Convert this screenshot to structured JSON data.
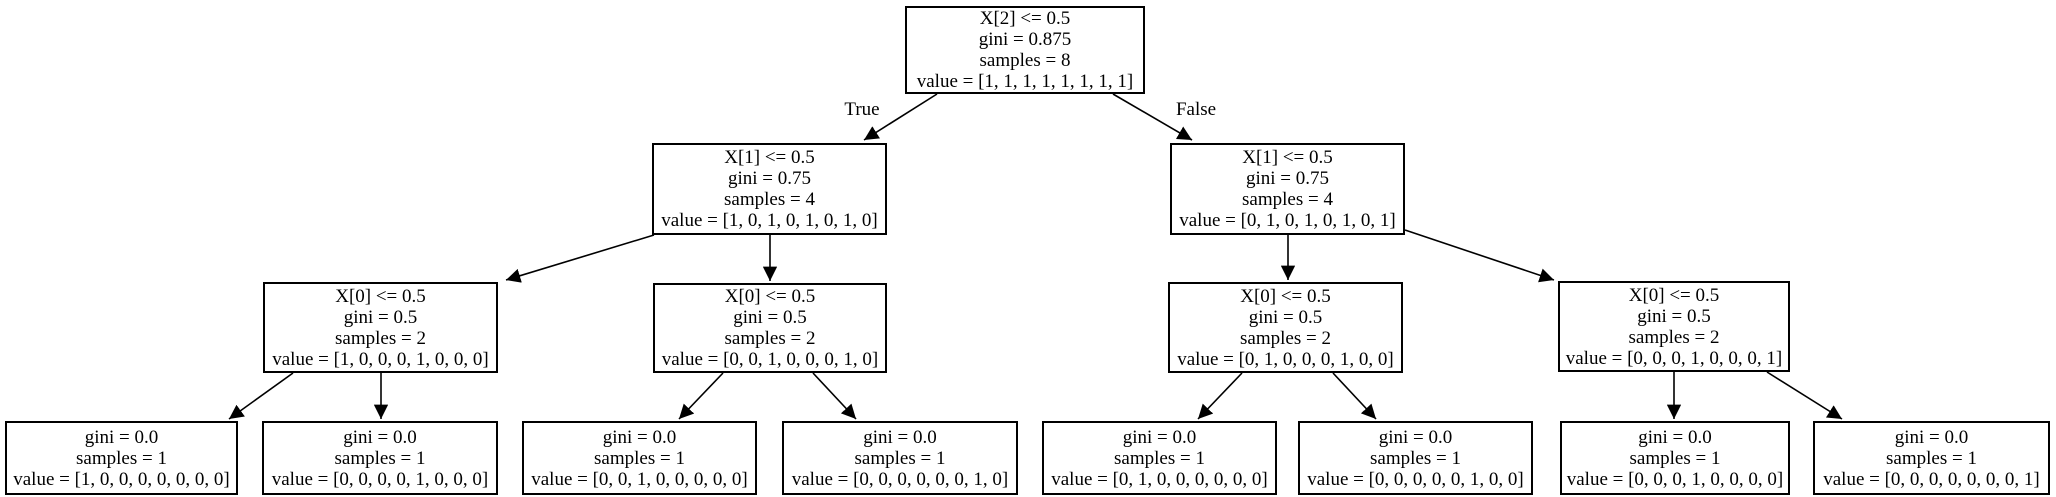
{
  "figure": {
    "type": "decision-tree-graph",
    "background_color": "#ffffff",
    "node_fill_color": "#ffffff",
    "node_border_color": "#000000",
    "edge_color": "#000000",
    "text_color": "#000000"
  },
  "edge_labels": {
    "true_branch": "True",
    "false_branch": "False"
  },
  "nodes": {
    "root": {
      "lines": [
        "X[2] <= 0.5",
        "gini = 0.875",
        "samples = 8",
        "value = [1, 1, 1, 1, 1, 1, 1, 1]"
      ]
    },
    "d1_left": {
      "lines": [
        "X[1] <= 0.5",
        "gini = 0.75",
        "samples = 4",
        "value = [1, 0, 1, 0, 1, 0, 1, 0]"
      ]
    },
    "d1_right": {
      "lines": [
        "X[1] <= 0.5",
        "gini = 0.75",
        "samples = 4",
        "value = [0, 1, 0, 1, 0, 1, 0, 1]"
      ]
    },
    "d2_1": {
      "lines": [
        "X[0] <= 0.5",
        "gini = 0.5",
        "samples = 2",
        "value = [1, 0, 0, 0, 1, 0, 0, 0]"
      ]
    },
    "d2_2": {
      "lines": [
        "X[0] <= 0.5",
        "gini = 0.5",
        "samples = 2",
        "value = [0, 0, 1, 0, 0, 0, 1, 0]"
      ]
    },
    "d2_3": {
      "lines": [
        "X[0] <= 0.5",
        "gini = 0.5",
        "samples = 2",
        "value = [0, 1, 0, 0, 0, 1, 0, 0]"
      ]
    },
    "d2_4": {
      "lines": [
        "X[0] <= 0.5",
        "gini = 0.5",
        "samples = 2",
        "value = [0, 0, 0, 1, 0, 0, 0, 1]"
      ]
    },
    "leaf1": {
      "lines": [
        "gini = 0.0",
        "samples = 1",
        "value = [1, 0, 0, 0, 0, 0, 0, 0]"
      ]
    },
    "leaf2": {
      "lines": [
        "gini = 0.0",
        "samples = 1",
        "value = [0, 0, 0, 0, 1, 0, 0, 0]"
      ]
    },
    "leaf3": {
      "lines": [
        "gini = 0.0",
        "samples = 1",
        "value = [0, 0, 1, 0, 0, 0, 0, 0]"
      ]
    },
    "leaf4": {
      "lines": [
        "gini = 0.0",
        "samples = 1",
        "value = [0, 0, 0, 0, 0, 0, 1, 0]"
      ]
    },
    "leaf5": {
      "lines": [
        "gini = 0.0",
        "samples = 1",
        "value = [0, 1, 0, 0, 0, 0, 0, 0]"
      ]
    },
    "leaf6": {
      "lines": [
        "gini = 0.0",
        "samples = 1",
        "value = [0, 0, 0, 0, 0, 1, 0, 0]"
      ]
    },
    "leaf7": {
      "lines": [
        "gini = 0.0",
        "samples = 1",
        "value = [0, 0, 0, 1, 0, 0, 0, 0]"
      ]
    },
    "leaf8": {
      "lines": [
        "gini = 0.0",
        "samples = 1",
        "value = [0, 0, 0, 0, 0, 0, 0, 1]"
      ]
    }
  },
  "edges": [
    {
      "from": "root",
      "to": "d1_left",
      "label": "True"
    },
    {
      "from": "root",
      "to": "d1_right",
      "label": "False"
    },
    {
      "from": "d1_left",
      "to": "d2_1"
    },
    {
      "from": "d1_left",
      "to": "d2_2"
    },
    {
      "from": "d1_right",
      "to": "d2_3"
    },
    {
      "from": "d1_right",
      "to": "d2_4"
    },
    {
      "from": "d2_1",
      "to": "leaf1"
    },
    {
      "from": "d2_1",
      "to": "leaf2"
    },
    {
      "from": "d2_2",
      "to": "leaf3"
    },
    {
      "from": "d2_2",
      "to": "leaf4"
    },
    {
      "from": "d2_3",
      "to": "leaf5"
    },
    {
      "from": "d2_3",
      "to": "leaf6"
    },
    {
      "from": "d2_4",
      "to": "leaf7"
    },
    {
      "from": "d2_4",
      "to": "leaf8"
    }
  ]
}
